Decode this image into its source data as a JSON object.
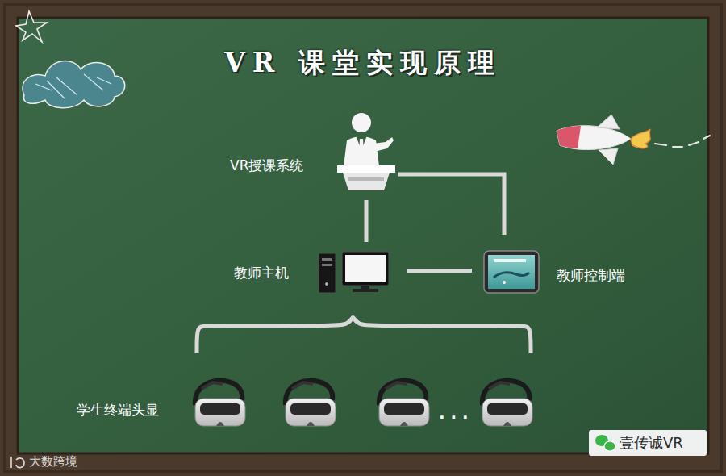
{
  "diagram": {
    "title": "VR 课堂实现原理",
    "nodes": [
      {
        "text": [
          "VR授课系统"
        ]
      },
      {
        "text": [
          "教师主机"
        ]
      },
      {
        "text": [
          "教师控制端"
        ]
      },
      {
        "text": [
          "学生终端头显"
        ]
      }
    ],
    "edges": [
      {
        "from": 0,
        "to": 1,
        "arrow": "none"
      },
      {
        "from": 0,
        "to": 2,
        "arrow": "none"
      },
      {
        "from": 1,
        "to": 2,
        "arrow": "none"
      },
      {
        "from": 1,
        "to": 3,
        "arrow": "none"
      }
    ],
    "labels": [
      ". . .",
      "壹传诚VR",
      "大数跨境"
    ]
  }
}
